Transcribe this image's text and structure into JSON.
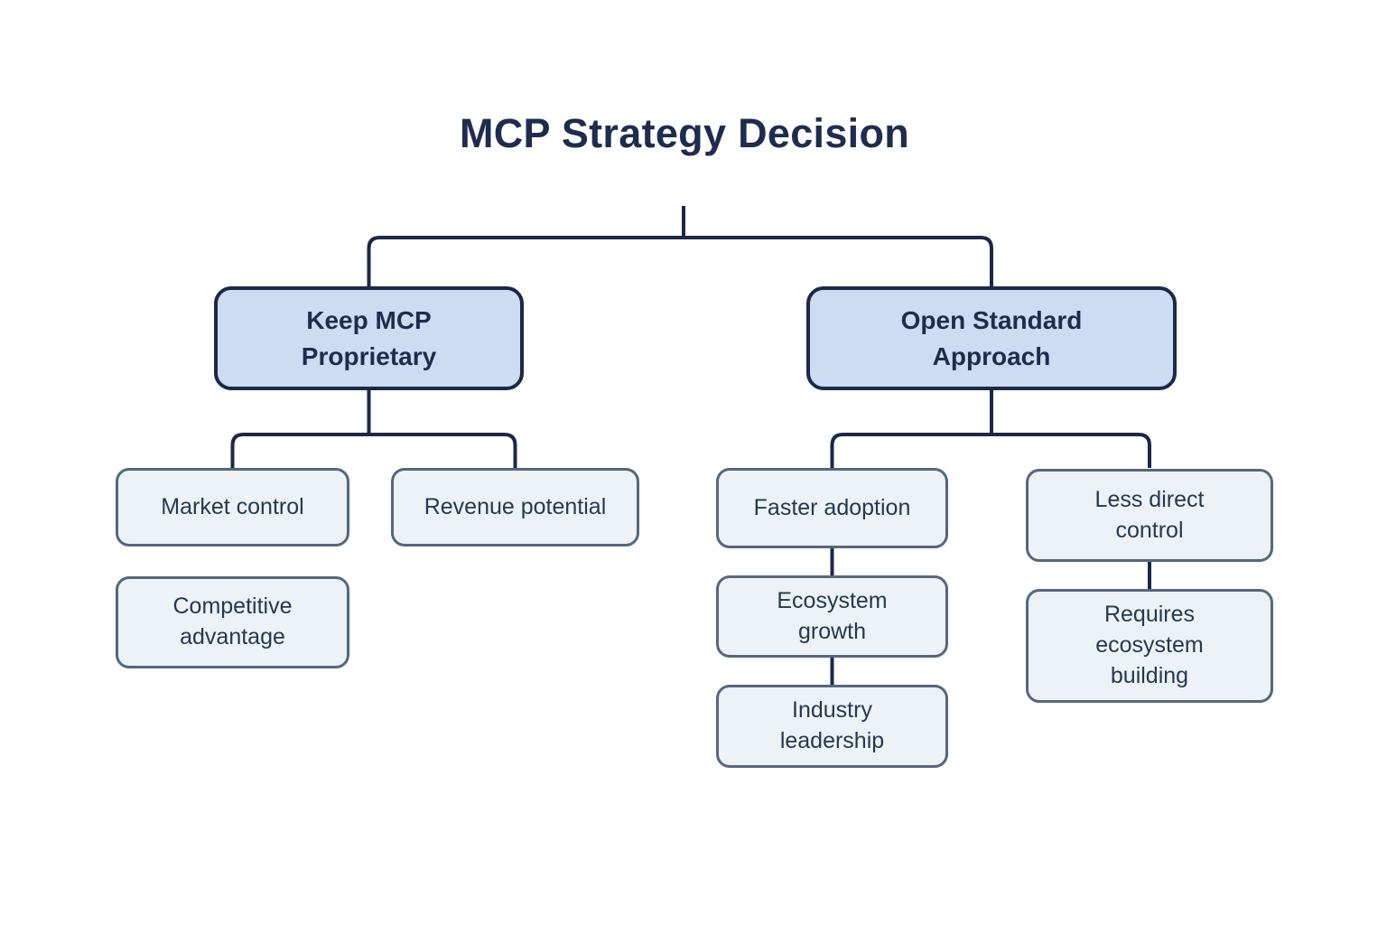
{
  "title": "MCP Strategy Decision",
  "colors": {
    "background": "#ffffff",
    "connector": "#1b2948",
    "primary_node_fill": "#cddcf2",
    "primary_node_border": "#1b2948",
    "primary_node_text": "#1e2c4e",
    "leaf_node_fill": "#edf2f7",
    "leaf_node_border": "#55677f",
    "leaf_node_text": "#24394f",
    "title_text": "#1e2c4e"
  },
  "nodes": {
    "proprietary": {
      "label": "Keep MCP\nProprietary"
    },
    "open_standard": {
      "label": "Open Standard\nApproach"
    },
    "market_control": {
      "label": "Market control"
    },
    "revenue_potential": {
      "label": "Revenue potential"
    },
    "competitive_advantage": {
      "label": "Competitive\nadvantage"
    },
    "faster_adoption": {
      "label": "Faster adoption"
    },
    "ecosystem_growth": {
      "label": "Ecosystem\ngrowth"
    },
    "industry_leadership": {
      "label": "Industry\nleadership"
    },
    "less_direct_control": {
      "label": "Less direct\ncontrol"
    },
    "requires_ecosystem_building": {
      "label": "Requires\necosystem\nbuilding"
    }
  }
}
